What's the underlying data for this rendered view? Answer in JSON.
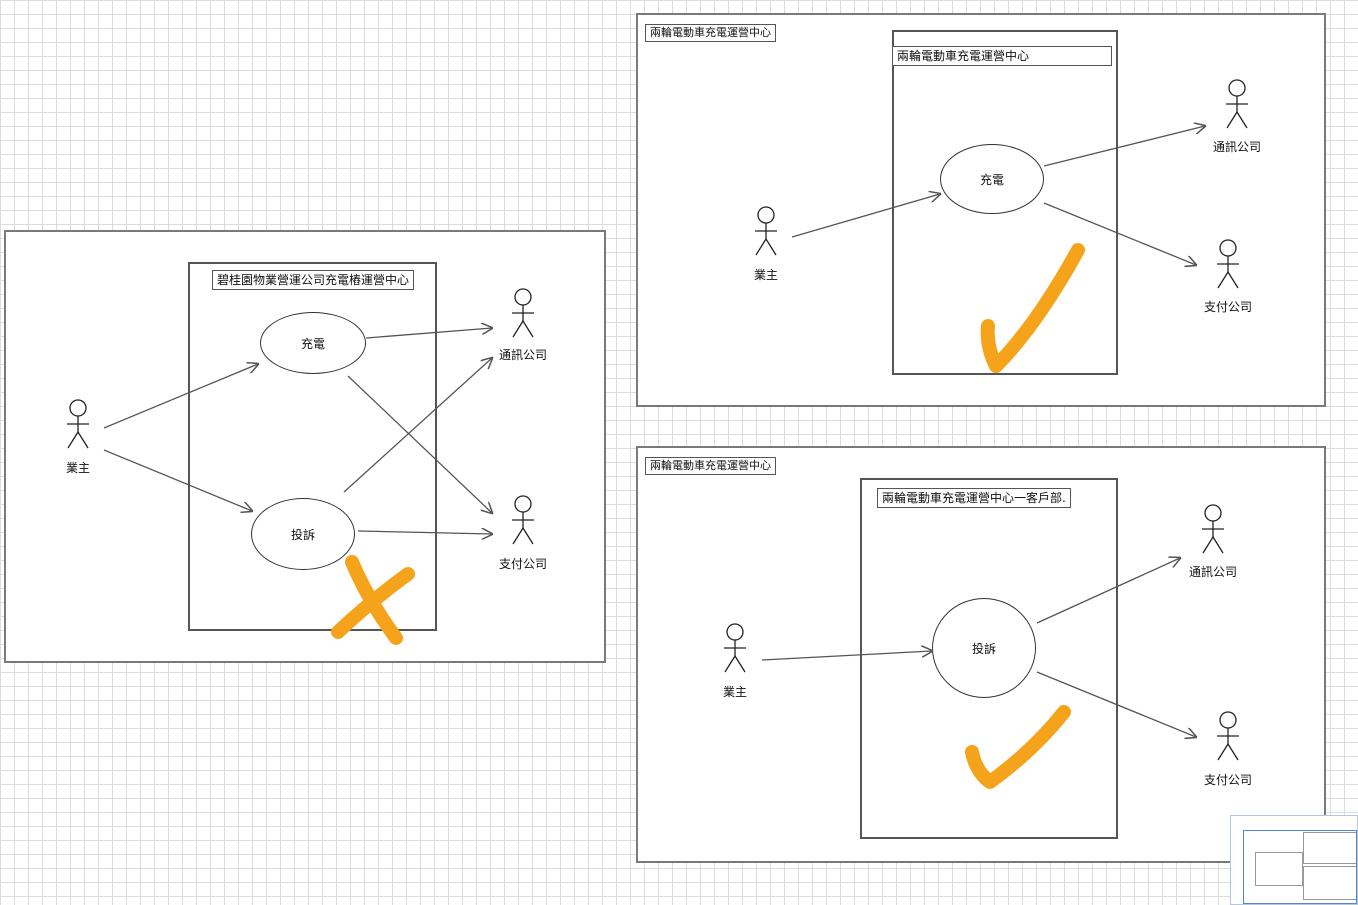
{
  "diagrams": {
    "left": {
      "boundary_title": "碧桂園物業營運公司充電樁運營中心",
      "usecases": [
        "充電",
        "投訴"
      ],
      "actors": [
        "業主",
        "通訊公司",
        "支付公司"
      ]
    },
    "top_right": {
      "frame_title": "兩輪電動車充電運營中心",
      "boundary_title": "兩輪電動車充電運營中心",
      "usecases": [
        "充電"
      ],
      "actors": [
        "業主",
        "通訊公司",
        "支付公司"
      ]
    },
    "bottom_right": {
      "frame_title": "兩輪電動車充電運營中心",
      "boundary_title": "兩輪電動車充電運營中心一客戶部.",
      "usecases": [
        "投訴"
      ],
      "actors": [
        "業主",
        "通訊公司",
        "支付公司"
      ]
    }
  },
  "annotations": {
    "left": "cross-mark",
    "top_right": "check-mark",
    "bottom_right": "check-mark",
    "color": "#f5a31a"
  },
  "colors": {
    "line": "#555555",
    "grid": "#dcdcdc"
  }
}
